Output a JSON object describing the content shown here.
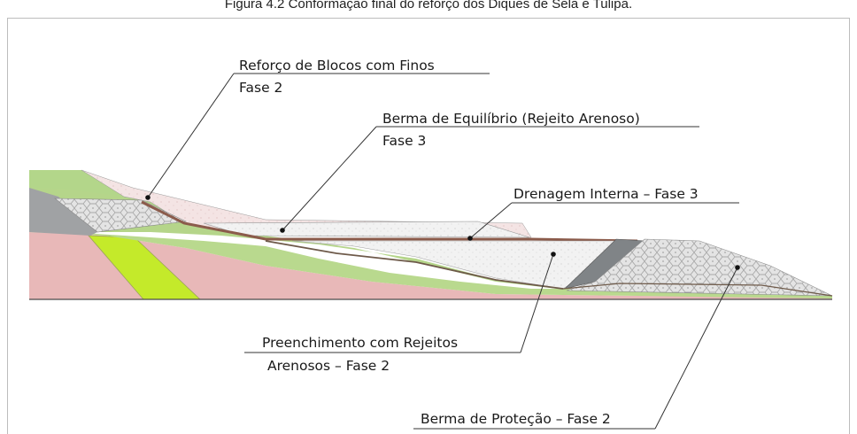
{
  "figure": {
    "caption": "Figura 4.2 Conformação final do reforço dos Diques de Sela e Tulipa."
  },
  "labels": {
    "reforco_blocos": {
      "line1": "Reforço de Blocos com Finos",
      "line2": "Fase 2"
    },
    "berma_equilibrio": {
      "line1": "Berma de Equilíbrio (Rejeito Arenoso)",
      "line2": "Fase 3"
    },
    "drenagem": {
      "line1": "Drenagem Interna – Fase 3"
    },
    "preenchimento": {
      "line1": "Preenchimento com Rejeitos",
      "line2": "Arenosos – Fase 2"
    },
    "berma_protecao": {
      "line1": "Berma de Proteção – Fase 2"
    }
  },
  "colors": {
    "foundation_pink": "#e9b9b9",
    "green_layer": "#b8d88e",
    "bright_green": "#c6ec2b",
    "grey_core": "#9fa1a3",
    "block_pattern": "#dcdcdc",
    "sand_fill": "#ececec",
    "drain_line": "#8a5a4a",
    "light_pink_top": "#f3e1e1"
  }
}
